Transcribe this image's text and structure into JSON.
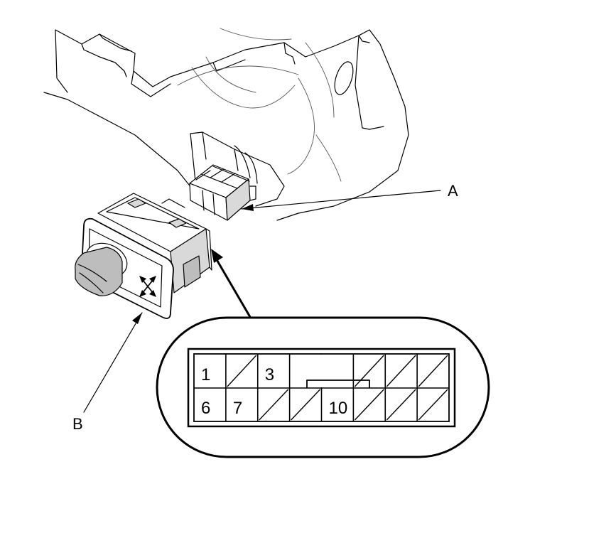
{
  "callouts": {
    "a_label": "A",
    "b_label": "B"
  },
  "connector": {
    "top_row": [
      "1",
      "",
      "3",
      "",
      "",
      "",
      "",
      ""
    ],
    "bottom_row": [
      "6",
      "7",
      "",
      "",
      "10",
      "",
      "",
      ""
    ],
    "blank_hatched": true
  }
}
